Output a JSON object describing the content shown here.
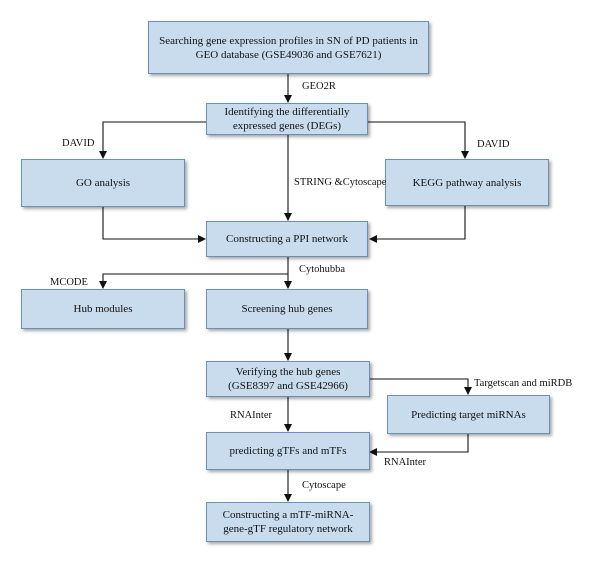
{
  "nodes": {
    "search": "Searching gene expression profiles in SN of PD patients in GEO database (GSE49036 and GSE7621)",
    "degs": "Identifying the differentially expressed genes (DEGs)",
    "go": "GO analysis",
    "kegg": "KEGG pathway analysis",
    "ppi": "Constructing a PPI network",
    "hub_modules": "Hub modules",
    "hub_genes": "Screening hub genes",
    "verify": "Verifying the hub genes (GSE8397 and GSE42966)",
    "target": "Predicting target miRNAs",
    "gtfs": "predicting gTFs and mTFs",
    "network": "Constructing a mTF-miRNA-gene-gTF regulatory network"
  },
  "edge_labels": {
    "geo2r": "GEO2R",
    "david_left": "DAVID",
    "david_right": "DAVID",
    "string": "STRING &Cytoscape",
    "mcode": "MCODE",
    "cytohubba": "Cytohubba",
    "targetscan": "Targetscan and miRDB",
    "rnainter_left": "RNAInter",
    "rnainter_right": "RNAInter",
    "cytoscape": "Cytoscape"
  }
}
